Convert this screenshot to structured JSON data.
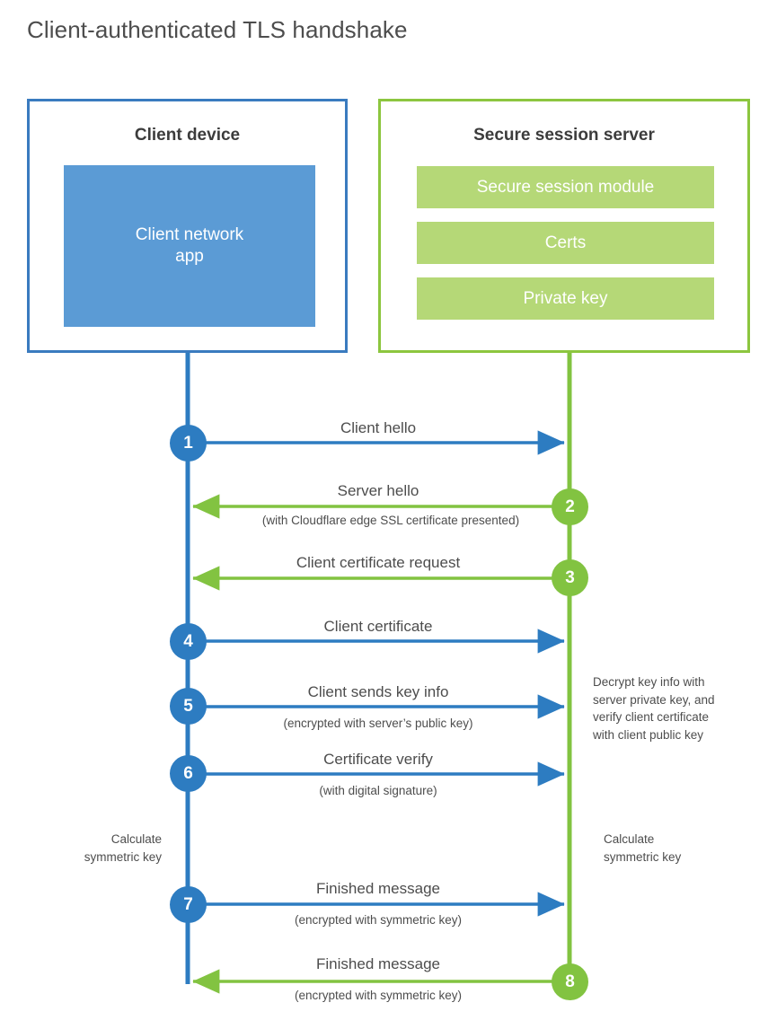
{
  "title": "Client-authenticated TLS handshake",
  "colors": {
    "client_accent": "#3a7bbf",
    "client_circle": "#2d7cc1",
    "client_app_fill": "#5b9bd5",
    "server_accent": "#8cc63f",
    "server_circle": "#82c341",
    "server_bar_fill": "#b5d877",
    "text": "#4d4d4d",
    "heading": "#3c3c3c",
    "background": "#ffffff"
  },
  "client": {
    "title": "Client device",
    "app_label": "Client network app",
    "app_label_line1": "Client network",
    "app_label_line2": "app",
    "note": {
      "line1": "Calculate",
      "line2": "symmetric key",
      "text": "Calculate symmetric key"
    }
  },
  "server": {
    "title": "Secure session server",
    "components": [
      {
        "label": "Secure session module"
      },
      {
        "label": "Certs"
      },
      {
        "label": "Private key"
      }
    ],
    "note_decrypt": {
      "line1": "Decrypt key info with",
      "line2": "server private key, and",
      "line3": "verify client certificate",
      "line4": "with client public key",
      "text": "Decrypt key info with server private key, and verify client certificate with client public key"
    },
    "note_symmetric": {
      "line1": "Calculate",
      "line2": "symmetric key",
      "text": "Calculate symmetric key"
    }
  },
  "steps": [
    {
      "number": "1",
      "label": "Client hello",
      "sublabel": "",
      "direction": "client-to-server",
      "side": "client",
      "color": "blue"
    },
    {
      "number": "2",
      "label": "Server hello",
      "sublabel": "(with Cloudflare edge SSL certificate presented)",
      "direction": "server-to-client",
      "side": "server",
      "color": "green"
    },
    {
      "number": "3",
      "label": "Client certificate request",
      "sublabel": "",
      "direction": "server-to-client",
      "side": "server",
      "color": "green"
    },
    {
      "number": "4",
      "label": "Client certificate",
      "sublabel": "",
      "direction": "client-to-server",
      "side": "client",
      "color": "blue"
    },
    {
      "number": "5",
      "label": "Client sends key info",
      "sublabel": "(encrypted with server’s public key)",
      "direction": "client-to-server",
      "side": "client",
      "color": "blue"
    },
    {
      "number": "6",
      "label": "Certificate verify",
      "sublabel": "(with digital signature)",
      "direction": "client-to-server",
      "side": "client",
      "color": "blue"
    },
    {
      "number": "7",
      "label": "Finished message",
      "sublabel": "(encrypted with symmetric key)",
      "direction": "client-to-server",
      "side": "client",
      "color": "blue"
    },
    {
      "number": "8",
      "label": "Finished message",
      "sublabel": "(encrypted with symmetric key)",
      "direction": "server-to-client",
      "side": "server",
      "color": "green"
    }
  ]
}
